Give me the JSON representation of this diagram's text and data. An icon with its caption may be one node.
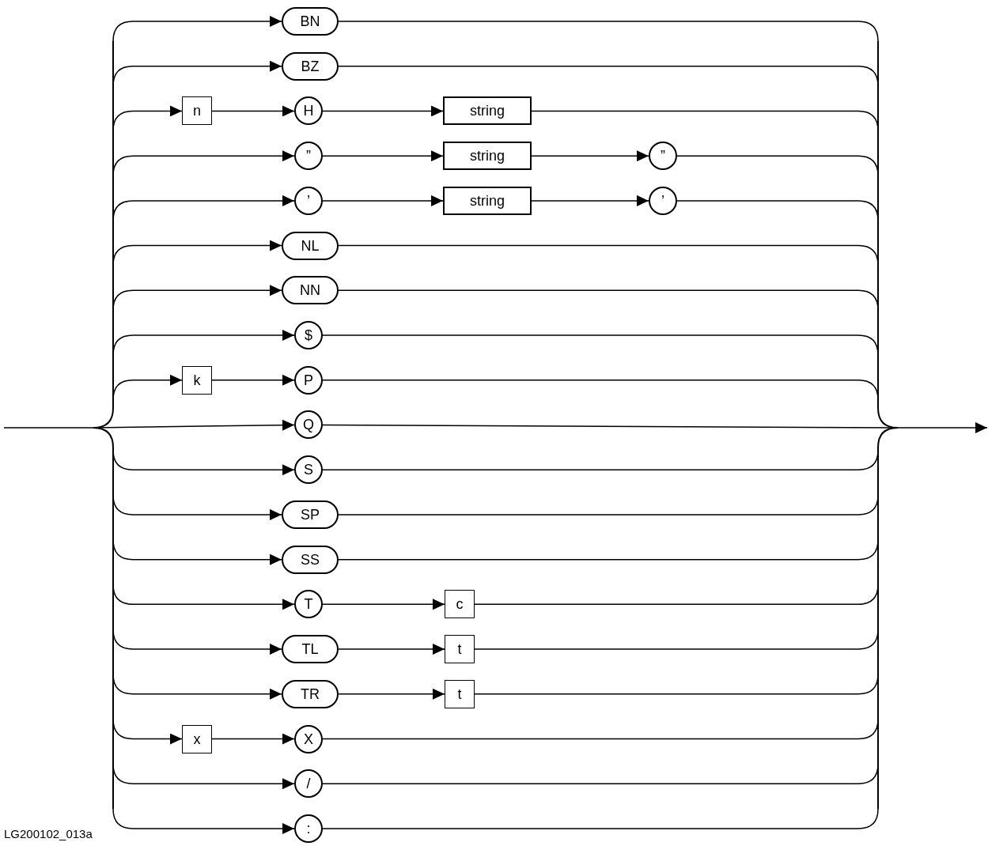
{
  "diagram": {
    "nodes": [
      {
        "text": [
          "BN"
        ]
      },
      {
        "text": [
          "BZ"
        ]
      },
      {
        "text": [
          "n"
        ]
      },
      {
        "text": [
          "H"
        ]
      },
      {
        "text": [
          "string"
        ]
      },
      {
        "text": [
          "”"
        ]
      },
      {
        "text": [
          "string"
        ]
      },
      {
        "text": [
          "”"
        ]
      },
      {
        "text": [
          "’"
        ]
      },
      {
        "text": [
          "string"
        ]
      },
      {
        "text": [
          "’"
        ]
      },
      {
        "text": [
          "NL"
        ]
      },
      {
        "text": [
          "NN"
        ]
      },
      {
        "text": [
          "$"
        ]
      },
      {
        "text": [
          "k"
        ]
      },
      {
        "text": [
          "P"
        ]
      },
      {
        "text": [
          "Q"
        ]
      },
      {
        "text": [
          "S"
        ]
      },
      {
        "text": [
          "SP"
        ]
      },
      {
        "text": [
          "SS"
        ]
      },
      {
        "text": [
          "T"
        ]
      },
      {
        "text": [
          "c"
        ]
      },
      {
        "text": [
          "TL"
        ]
      },
      {
        "text": [
          "t"
        ]
      },
      {
        "text": [
          "TR"
        ]
      },
      {
        "text": [
          "t"
        ]
      },
      {
        "text": [
          "x"
        ]
      },
      {
        "text": [
          "X"
        ]
      },
      {
        "text": [
          "/"
        ]
      },
      {
        "text": [
          ":"
        ]
      }
    ],
    "edges": [
      {
        "from": null,
        "to": 0,
        "arrow": "to"
      },
      {
        "from": 0,
        "to": null,
        "arrow": "none"
      },
      {
        "from": null,
        "to": 1,
        "arrow": "to"
      },
      {
        "from": 1,
        "to": null,
        "arrow": "none"
      },
      {
        "from": null,
        "to": 2,
        "arrow": "to"
      },
      {
        "from": 2,
        "to": 3,
        "arrow": "to"
      },
      {
        "from": 3,
        "to": 4,
        "arrow": "to"
      },
      {
        "from": 4,
        "to": null,
        "arrow": "none"
      },
      {
        "from": null,
        "to": 5,
        "arrow": "to"
      },
      {
        "from": 5,
        "to": 6,
        "arrow": "to"
      },
      {
        "from": 6,
        "to": 7,
        "arrow": "to"
      },
      {
        "from": 7,
        "to": null,
        "arrow": "none"
      },
      {
        "from": null,
        "to": 8,
        "arrow": "to"
      },
      {
        "from": 8,
        "to": 9,
        "arrow": "to"
      },
      {
        "from": 9,
        "to": 10,
        "arrow": "to"
      },
      {
        "from": 10,
        "to": null,
        "arrow": "none"
      },
      {
        "from": null,
        "to": 11,
        "arrow": "to"
      },
      {
        "from": 11,
        "to": null,
        "arrow": "none"
      },
      {
        "from": null,
        "to": 12,
        "arrow": "to"
      },
      {
        "from": 12,
        "to": null,
        "arrow": "none"
      },
      {
        "from": null,
        "to": 13,
        "arrow": "to"
      },
      {
        "from": 13,
        "to": null,
        "arrow": "none"
      },
      {
        "from": null,
        "to": 14,
        "arrow": "to"
      },
      {
        "from": 14,
        "to": 15,
        "arrow": "to"
      },
      {
        "from": 15,
        "to": null,
        "arrow": "none"
      },
      {
        "from": null,
        "to": 16,
        "arrow": "to"
      },
      {
        "from": 16,
        "to": null,
        "arrow": "none"
      },
      {
        "from": null,
        "to": 17,
        "arrow": "to"
      },
      {
        "from": 17,
        "to": null,
        "arrow": "none"
      },
      {
        "from": null,
        "to": 18,
        "arrow": "to"
      },
      {
        "from": 18,
        "to": null,
        "arrow": "none"
      },
      {
        "from": null,
        "to": 19,
        "arrow": "to"
      },
      {
        "from": 19,
        "to": null,
        "arrow": "none"
      },
      {
        "from": null,
        "to": 20,
        "arrow": "to"
      },
      {
        "from": 20,
        "to": 21,
        "arrow": "to"
      },
      {
        "from": 21,
        "to": null,
        "arrow": "none"
      },
      {
        "from": null,
        "to": 22,
        "arrow": "to"
      },
      {
        "from": 22,
        "to": 23,
        "arrow": "to"
      },
      {
        "from": 23,
        "to": null,
        "arrow": "none"
      },
      {
        "from": null,
        "to": 24,
        "arrow": "to"
      },
      {
        "from": 24,
        "to": 25,
        "arrow": "to"
      },
      {
        "from": 25,
        "to": null,
        "arrow": "none"
      },
      {
        "from": null,
        "to": 26,
        "arrow": "to"
      },
      {
        "from": 26,
        "to": 27,
        "arrow": "to"
      },
      {
        "from": 27,
        "to": null,
        "arrow": "none"
      },
      {
        "from": null,
        "to": 28,
        "arrow": "to"
      },
      {
        "from": 28,
        "to": null,
        "arrow": "none"
      },
      {
        "from": null,
        "to": 29,
        "arrow": "to"
      },
      {
        "from": 29,
        "to": null,
        "arrow": "none"
      }
    ],
    "labels": [
      "LG200102_013a"
    ]
  }
}
